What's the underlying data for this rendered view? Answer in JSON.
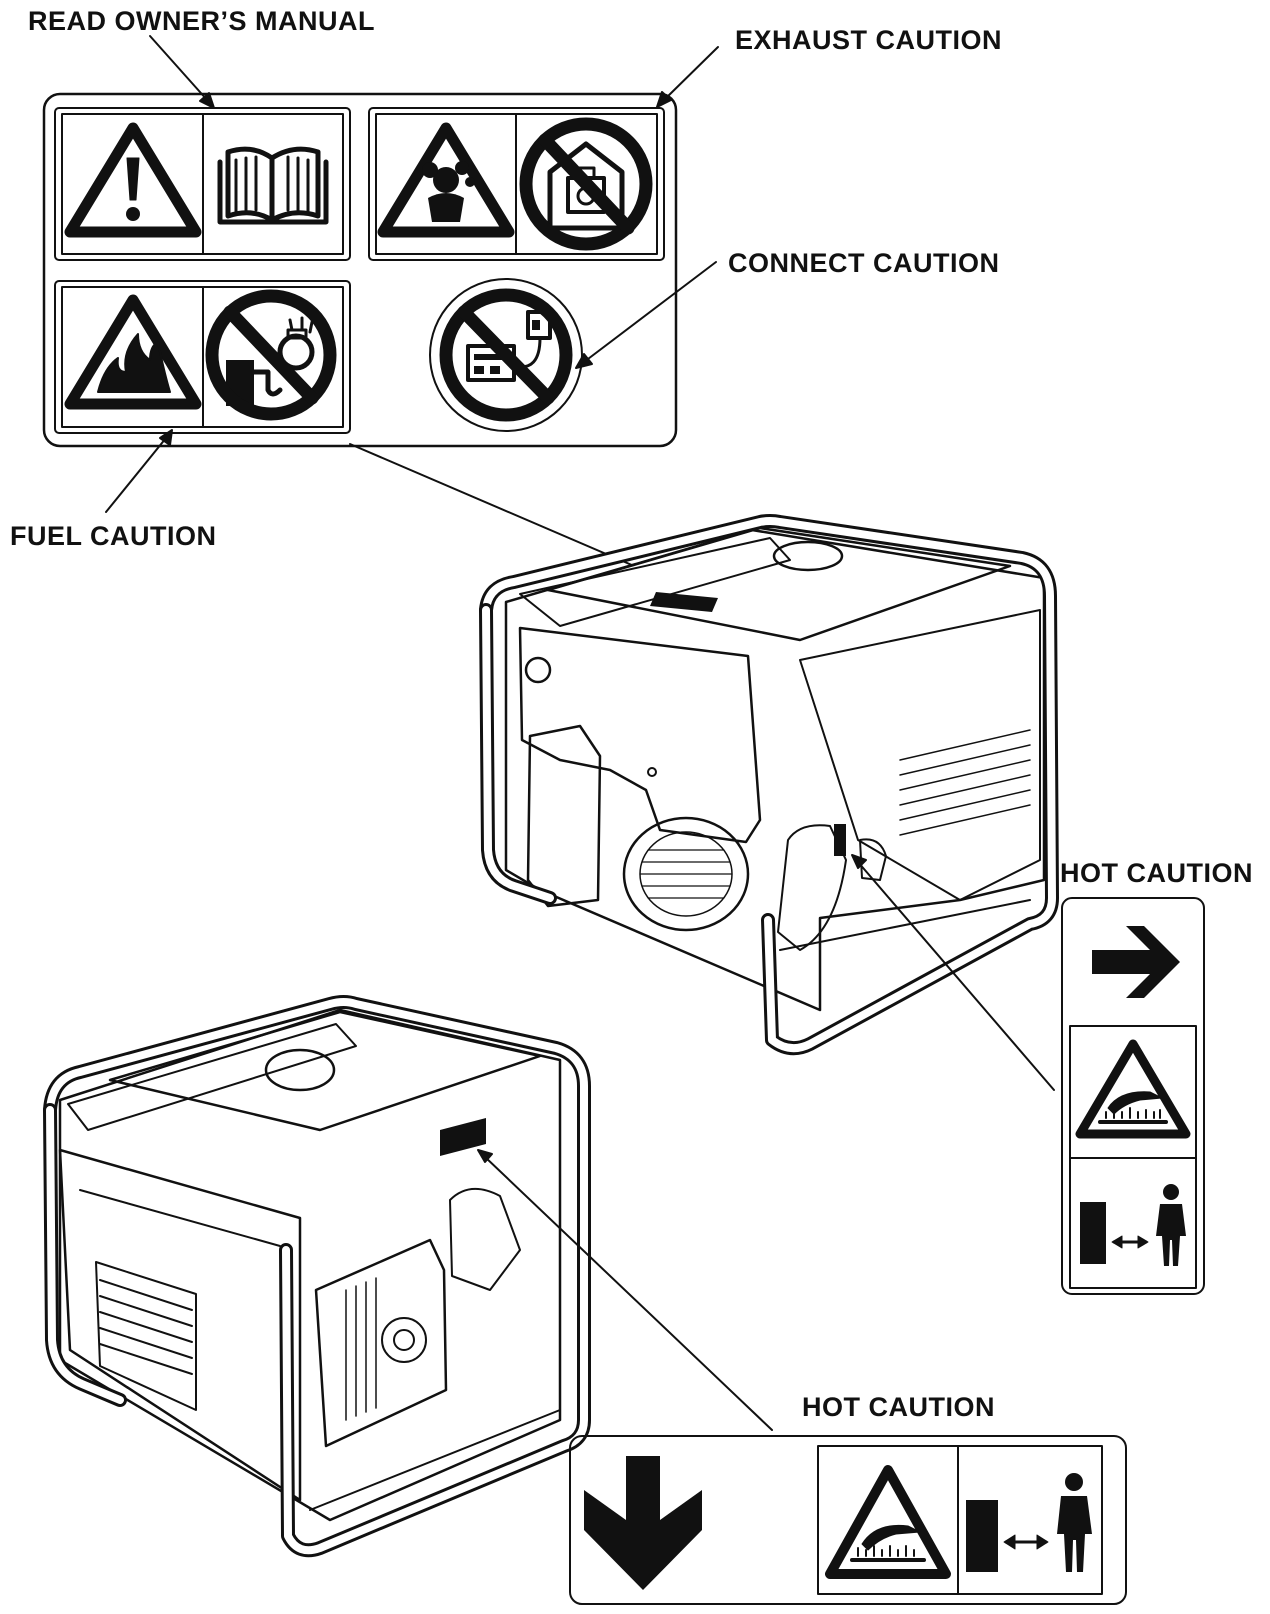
{
  "labels": {
    "read_manual": "READ OWNER’S MANUAL",
    "exhaust": "EXHAUST CAUTION",
    "connect": "CONNECT CAUTION",
    "fuel": "FUEL CAUTION",
    "hot_upper": "HOT CAUTION",
    "hot_lower": "HOT CAUTION"
  },
  "icons": {
    "label_panel": [
      "warning-icon",
      "manual-book-icon",
      "exhaust-warning-icon",
      "no-indoor-use-icon",
      "fire-warning-icon",
      "no-refuel-hot-icon",
      "no-backfeed-connect-icon"
    ],
    "hot_label_right": [
      "arrow-right-icon",
      "hot-surface-icon",
      "keep-distance-icon"
    ],
    "hot_label_bottom": [
      "arrow-down-icon",
      "hot-surface-icon",
      "keep-distance-icon"
    ]
  },
  "colors": {
    "ink": "#111111",
    "background": "#ffffff"
  }
}
